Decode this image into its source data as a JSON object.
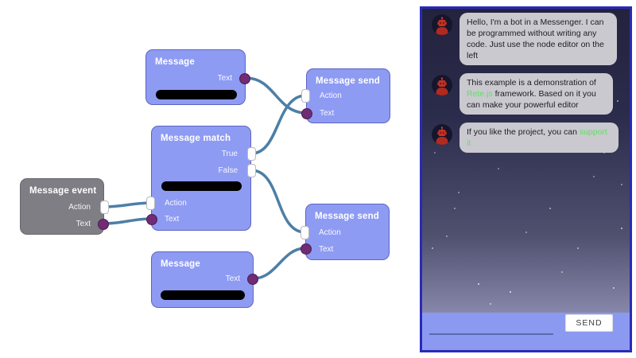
{
  "editor": {
    "background_color": "#ffffff",
    "node_color": "#8e9bf3",
    "event_node_color": "#7e7e84",
    "connection_color": "#4d7fa6",
    "text_socket_color": "#702c74",
    "action_socket_color": "#ffffff",
    "nodes": [
      {
        "title": "Message",
        "ports": [
          {
            "label": "Text",
            "dir": "output"
          }
        ]
      },
      {
        "title": "Message send",
        "ports": [
          {
            "label": "Action",
            "dir": "input"
          },
          {
            "label": "Text",
            "dir": "input"
          }
        ]
      },
      {
        "title": "Message match",
        "ports": [
          {
            "label": "True",
            "dir": "output"
          },
          {
            "label": "False",
            "dir": "output"
          },
          {
            "label": "Action",
            "dir": "input"
          },
          {
            "label": "Text",
            "dir": "input"
          }
        ]
      },
      {
        "title": "Message event",
        "ports": [
          {
            "label": "Action",
            "dir": "output"
          },
          {
            "label": "Text",
            "dir": "output"
          }
        ]
      },
      {
        "title": "Message",
        "ports": [
          {
            "label": "Text",
            "dir": "output"
          }
        ]
      },
      {
        "title": "Message send",
        "ports": [
          {
            "label": "Action",
            "dir": "input"
          },
          {
            "label": "Text",
            "dir": "input"
          }
        ]
      }
    ],
    "connections": [
      {
        "from": "Message(top).Text",
        "to": "Message send(top).Text"
      },
      {
        "from": "Message match.True",
        "to": "Message send(top).Action"
      },
      {
        "from": "Message match.False",
        "to": "Message send(bottom).Action"
      },
      {
        "from": "Message event.Action",
        "to": "Message match.Action"
      },
      {
        "from": "Message event.Text",
        "to": "Message match.Text"
      },
      {
        "from": "Message(bottom).Text",
        "to": "Message send(bottom).Text"
      }
    ]
  },
  "chat": {
    "panel_border_color": "#2a2ab8",
    "bubble_color": "#c9c9cf",
    "link_color": "#59e65c",
    "bar_color": "#8b9af0",
    "avatar": "red-robot-bot",
    "messages": [
      {
        "text_before": "Hello, I'm a bot in a Messenger. I can be programmed without writing any code. Just use the node editor on the left",
        "link": "",
        "text_after": ""
      },
      {
        "text_before": "This example is a demonstration of ",
        "link": "Rete.js",
        "text_after": " framework. Based on it you can make your powerful editor"
      },
      {
        "text_before": "If you like the project, you can ",
        "link": "support it",
        "text_after": ""
      }
    ],
    "input_value": "",
    "send_label": "SEND"
  }
}
